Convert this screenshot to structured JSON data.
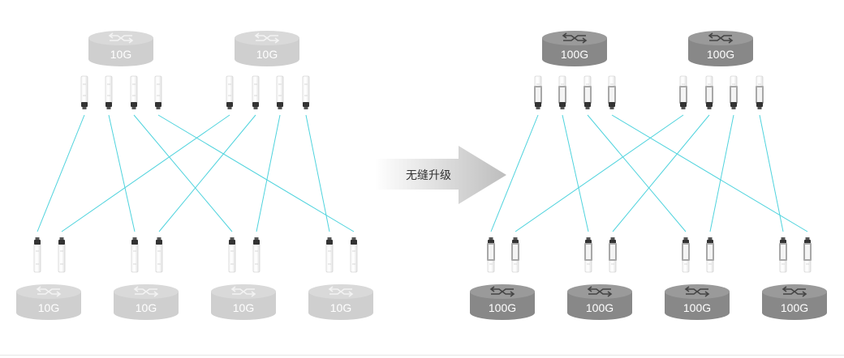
{
  "arrow_label": "无缝升级",
  "left": {
    "top_switch_label": "10G",
    "bottom_switch_label": "10G",
    "colors": {
      "top": "#d9d9d9",
      "side": "#cfcfcf",
      "text": "#ffffff",
      "icon": "#f3f3f3"
    }
  },
  "right": {
    "top_switch_label": "100G",
    "bottom_switch_label": "100G",
    "colors": {
      "top": "#9a9a9a",
      "side": "#888888",
      "text": "#ffffff",
      "icon": "#444444"
    }
  },
  "colors": {
    "link": "#4fd3dd",
    "arrow_start": "#ffffff",
    "arrow_end": "#bdbdbd"
  }
}
